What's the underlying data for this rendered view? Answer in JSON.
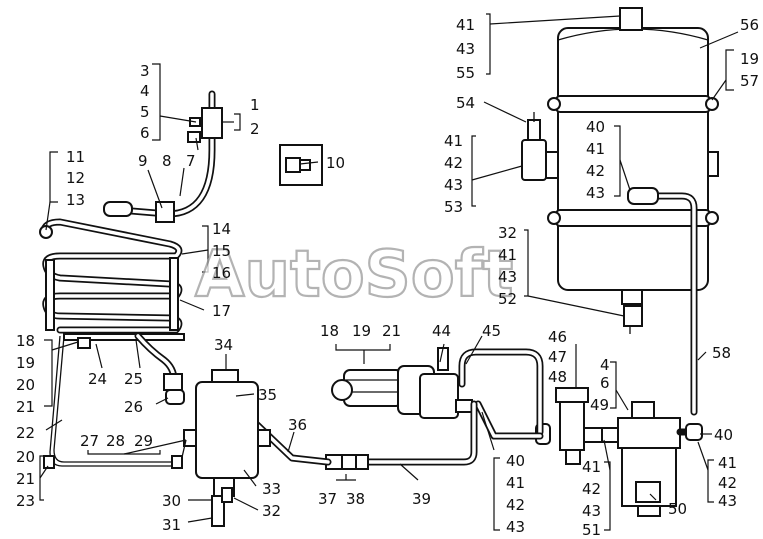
{
  "watermark": "AutoSoft",
  "callouts": [
    {
      "id": "c3",
      "text": "3"
    },
    {
      "id": "c4a",
      "text": "4"
    },
    {
      "id": "c5",
      "text": "5"
    },
    {
      "id": "c6a",
      "text": "6"
    },
    {
      "id": "c1",
      "text": "1"
    },
    {
      "id": "c2",
      "text": "2"
    },
    {
      "id": "c7",
      "text": "7"
    },
    {
      "id": "c8",
      "text": "8"
    },
    {
      "id": "c9",
      "text": "9"
    },
    {
      "id": "c10",
      "text": "10"
    },
    {
      "id": "c11",
      "text": "11"
    },
    {
      "id": "c12",
      "text": "12"
    },
    {
      "id": "c13",
      "text": "13"
    },
    {
      "id": "c14",
      "text": "14"
    },
    {
      "id": "c15",
      "text": "15"
    },
    {
      "id": "c16",
      "text": "16"
    },
    {
      "id": "c17",
      "text": "17"
    },
    {
      "id": "c18a",
      "text": "18"
    },
    {
      "id": "c19a",
      "text": "19"
    },
    {
      "id": "c20a",
      "text": "20"
    },
    {
      "id": "c21a",
      "text": "21"
    },
    {
      "id": "c22",
      "text": "22"
    },
    {
      "id": "c20b",
      "text": "20"
    },
    {
      "id": "c21b",
      "text": "21"
    },
    {
      "id": "c23",
      "text": "23"
    },
    {
      "id": "c24",
      "text": "24"
    },
    {
      "id": "c25",
      "text": "25"
    },
    {
      "id": "c26",
      "text": "26"
    },
    {
      "id": "c27",
      "text": "27"
    },
    {
      "id": "c28",
      "text": "28"
    },
    {
      "id": "c29",
      "text": "29"
    },
    {
      "id": "c30",
      "text": "30"
    },
    {
      "id": "c31",
      "text": "31"
    },
    {
      "id": "c32",
      "text": "32"
    },
    {
      "id": "c33",
      "text": "33"
    },
    {
      "id": "c34",
      "text": "34"
    },
    {
      "id": "c35",
      "text": "35"
    },
    {
      "id": "c36",
      "text": "36"
    },
    {
      "id": "c37",
      "text": "37"
    },
    {
      "id": "c38",
      "text": "38"
    },
    {
      "id": "c39",
      "text": "39"
    },
    {
      "id": "c18b",
      "text": "18"
    },
    {
      "id": "c19b",
      "text": "19"
    },
    {
      "id": "c21c",
      "text": "21"
    },
    {
      "id": "c44",
      "text": "44"
    },
    {
      "id": "c45",
      "text": "45"
    },
    {
      "id": "c40a",
      "text": "40"
    },
    {
      "id": "c41a",
      "text": "41"
    },
    {
      "id": "c42a",
      "text": "42"
    },
    {
      "id": "c43a",
      "text": "43"
    },
    {
      "id": "c46",
      "text": "46"
    },
    {
      "id": "c47",
      "text": "47"
    },
    {
      "id": "c48",
      "text": "48"
    },
    {
      "id": "c41b",
      "text": "41"
    },
    {
      "id": "c42b",
      "text": "42"
    },
    {
      "id": "c43b",
      "text": "43"
    },
    {
      "id": "c51",
      "text": "51"
    },
    {
      "id": "c4b",
      "text": "4"
    },
    {
      "id": "c6b",
      "text": "6"
    },
    {
      "id": "c49",
      "text": "49"
    },
    {
      "id": "c50",
      "text": "50"
    },
    {
      "id": "c40b",
      "text": "40"
    },
    {
      "id": "c41c",
      "text": "41"
    },
    {
      "id": "c42c",
      "text": "42"
    },
    {
      "id": "c43c",
      "text": "43"
    },
    {
      "id": "c58",
      "text": "58"
    },
    {
      "id": "c41d",
      "text": "41"
    },
    {
      "id": "c43d",
      "text": "43"
    },
    {
      "id": "c55",
      "text": "55"
    },
    {
      "id": "c56",
      "text": "56"
    },
    {
      "id": "c19c",
      "text": "19"
    },
    {
      "id": "c57",
      "text": "57"
    },
    {
      "id": "c54",
      "text": "54"
    },
    {
      "id": "c41e",
      "text": "41"
    },
    {
      "id": "c42d",
      "text": "42"
    },
    {
      "id": "c43e",
      "text": "43"
    },
    {
      "id": "c53",
      "text": "53"
    },
    {
      "id": "c40c",
      "text": "40"
    },
    {
      "id": "c41f",
      "text": "41"
    },
    {
      "id": "c42e",
      "text": "42"
    },
    {
      "id": "c43f",
      "text": "43"
    },
    {
      "id": "c32b",
      "text": "32"
    },
    {
      "id": "c41g",
      "text": "41"
    },
    {
      "id": "c43g",
      "text": "43"
    },
    {
      "id": "c52",
      "text": "52"
    }
  ]
}
